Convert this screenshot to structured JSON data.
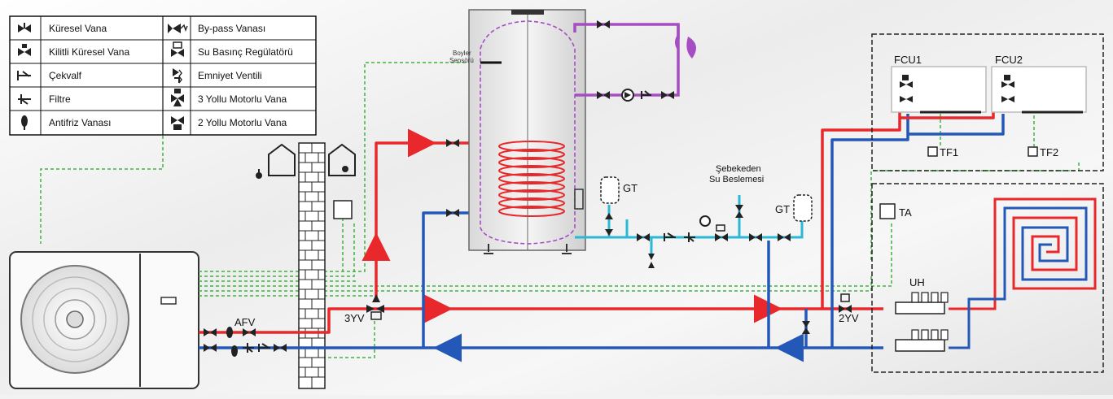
{
  "legend": {
    "items": [
      {
        "label": "Küresel Vana",
        "icon": "ball-valve-icon"
      },
      {
        "label": "By-pass Vanası",
        "icon": "bypass-valve-icon"
      },
      {
        "label": "Kilitli Küresel Vana",
        "icon": "locked-ball-valve-icon"
      },
      {
        "label": "Su Basınç Regülatörü",
        "icon": "pressure-regulator-icon"
      },
      {
        "label": "Çekvalf",
        "icon": "check-valve-icon"
      },
      {
        "label": "Emniyet Ventili",
        "icon": "safety-valve-icon"
      },
      {
        "label": "Filtre",
        "icon": "filter-icon"
      },
      {
        "label": "3 Yollu Motorlu Vana",
        "icon": "three-way-valve-icon"
      },
      {
        "label": "Antifriz Vanası",
        "icon": "antifreeze-valve-icon"
      },
      {
        "label": "2 Yollu Motorlu Vana",
        "icon": "two-way-valve-icon"
      }
    ]
  },
  "labels": {
    "boiler_sensor_1": "Boyler",
    "boiler_sensor_2": "Sensörü",
    "afv": "AFV",
    "yv3": "3YV",
    "yv2": "2YV",
    "gt_tank": "GT",
    "gt_right": "GT",
    "supply_1": "Şebekeden",
    "supply_2": "Su Beslemesi",
    "fcu1": "FCU1",
    "fcu2": "FCU2",
    "tf1": "TF1",
    "tf2": "TF2",
    "ta": "TA",
    "uh": "UH"
  },
  "colors": {
    "hot": "#e8282b",
    "cold": "#2458b8",
    "purple": "#a64dc4",
    "cyan": "#2bb8d6",
    "signal": "#3cb43c",
    "dark": "#111111"
  }
}
